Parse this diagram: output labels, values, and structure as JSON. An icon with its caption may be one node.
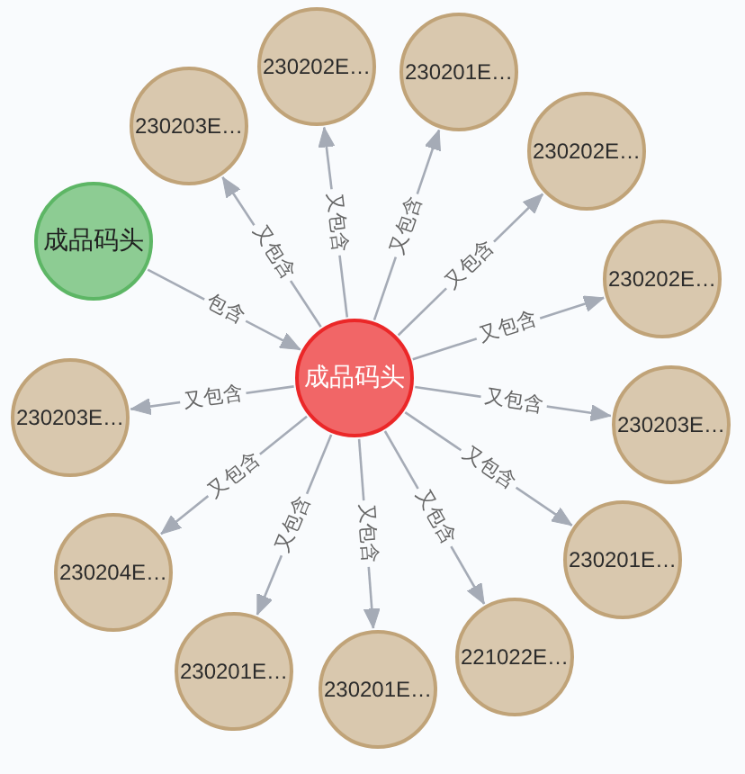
{
  "diagram": {
    "nodes": [
      {
        "text": [
          "成品码头"
        ]
      },
      {
        "text": [
          "成品码头"
        ]
      },
      {
        "text": [
          "230203E…"
        ]
      },
      {
        "text": [
          "230202E…"
        ]
      },
      {
        "text": [
          "230201E…"
        ]
      },
      {
        "text": [
          "230202E…"
        ]
      },
      {
        "text": [
          "230202E…"
        ]
      },
      {
        "text": [
          "230203E…"
        ]
      },
      {
        "text": [
          "230201E…"
        ]
      },
      {
        "text": [
          "221022E…"
        ]
      },
      {
        "text": [
          "230201E…"
        ]
      },
      {
        "text": [
          "230201E…"
        ]
      },
      {
        "text": [
          "230204E…"
        ]
      },
      {
        "text": [
          "230203E…"
        ]
      }
    ],
    "edges": [
      {
        "from": 1,
        "to": 0,
        "arrow": "to",
        "label": "包含"
      },
      {
        "from": 0,
        "to": 2,
        "arrow": "to",
        "label": "又包含"
      },
      {
        "from": 0,
        "to": 3,
        "arrow": "to",
        "label": "又包含"
      },
      {
        "from": 0,
        "to": 4,
        "arrow": "to",
        "label": "又包含"
      },
      {
        "from": 0,
        "to": 5,
        "arrow": "to",
        "label": "又包含"
      },
      {
        "from": 0,
        "to": 6,
        "arrow": "to",
        "label": "又包含"
      },
      {
        "from": 0,
        "to": 7,
        "arrow": "to",
        "label": "又包含"
      },
      {
        "from": 0,
        "to": 8,
        "arrow": "to",
        "label": "又包含"
      },
      {
        "from": 0,
        "to": 9,
        "arrow": "to",
        "label": "又包含"
      },
      {
        "from": 0,
        "to": 10,
        "arrow": "to",
        "label": "又包含"
      },
      {
        "from": 0,
        "to": 11,
        "arrow": "to",
        "label": "又包含"
      },
      {
        "from": 0,
        "to": 12,
        "arrow": "to",
        "label": "又包含"
      },
      {
        "from": 0,
        "to": 13,
        "arrow": "to",
        "label": "又包含"
      }
    ]
  }
}
